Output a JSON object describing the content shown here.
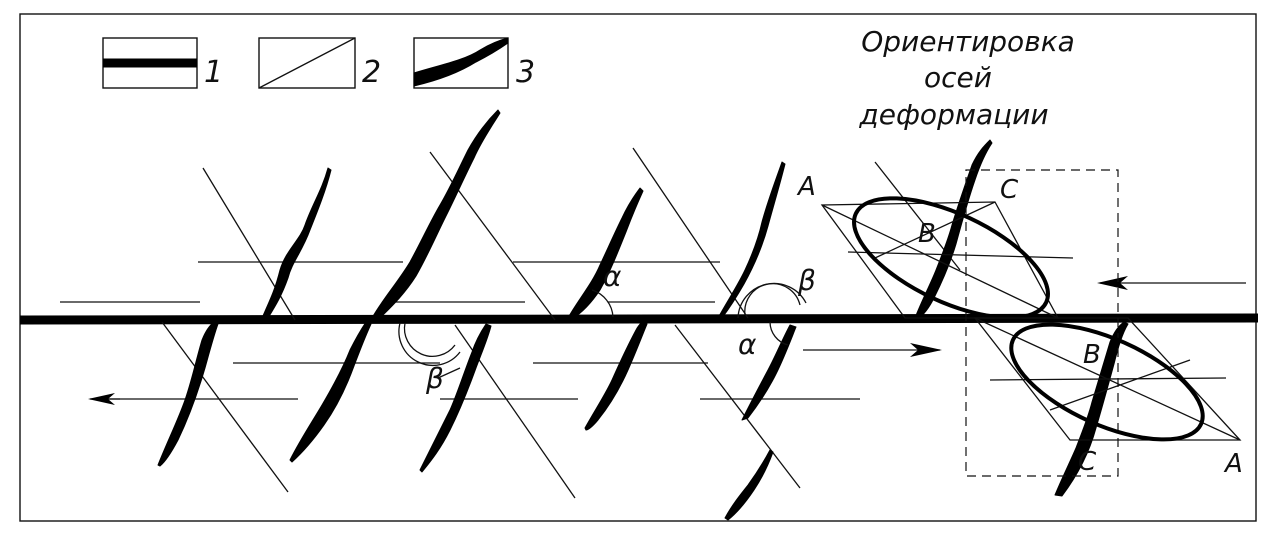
{
  "legend": [
    {
      "label": "1",
      "kind": "thick-line"
    },
    {
      "label": "2",
      "kind": "thin-line"
    },
    {
      "label": "3",
      "kind": "tension-vein"
    }
  ],
  "title_lines": [
    "Ориентировка",
    "осей",
    "деформации"
  ],
  "angle_labels": {
    "alpha": "α",
    "beta": "β"
  },
  "axis_labels": {
    "a": "A",
    "b": "B",
    "c": "C"
  }
}
